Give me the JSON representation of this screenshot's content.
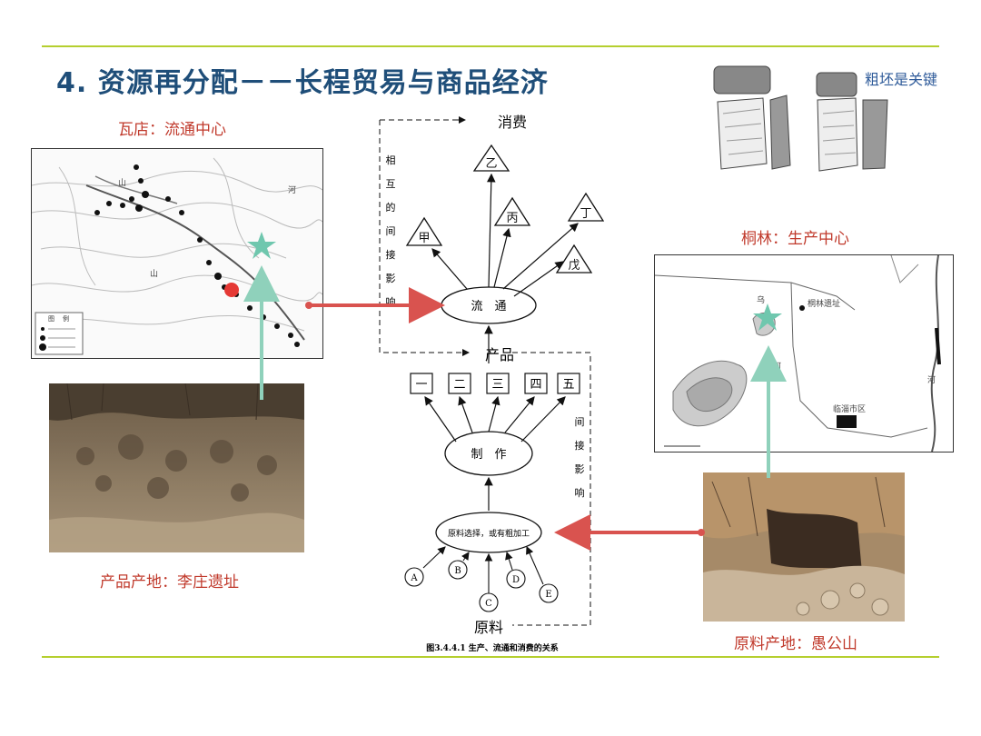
{
  "slide": {
    "title": "4. 资源再分配－－长程贸易与商品经济",
    "colors": {
      "title": "#1f4e79",
      "rule": "#b5cf2f",
      "caption": "#c0392b",
      "arrow_red": "#d9534f",
      "arrow_teal": "#8fd1bb",
      "star": "#6fc7ae"
    }
  },
  "left": {
    "map_caption": "瓦店：流通中心",
    "photo_caption": "产品产地：李庄遗址",
    "map_labels": [
      "山",
      "河",
      "山",
      "图",
      "例"
    ]
  },
  "right": {
    "note": "粗坯是关键",
    "map_caption": "桐林：生产中心",
    "photo_caption": "原料产地：愚公山",
    "map_labels": [
      "河",
      "河",
      "临淄市区",
      "桐林遗址",
      "乌"
    ]
  },
  "diagram": {
    "consume": "消费",
    "side_left": [
      "相",
      "互",
      "的",
      "间",
      "接",
      "影",
      "响"
    ],
    "side_right": [
      "间",
      "接",
      "影",
      "响"
    ],
    "consumers": [
      "甲",
      "乙",
      "丙",
      "丁",
      "戊"
    ],
    "circulation": "流　通",
    "products_label": "产品",
    "products": [
      "一",
      "二",
      "三",
      "四",
      "五"
    ],
    "making": "制　作",
    "raw_select": "原料选择，或有粗加工",
    "raw_items": [
      "A",
      "B",
      "C",
      "D",
      "E"
    ],
    "raw_label": "原料",
    "caption": "图3.4.4.1 生产、流通和消费的关系"
  }
}
